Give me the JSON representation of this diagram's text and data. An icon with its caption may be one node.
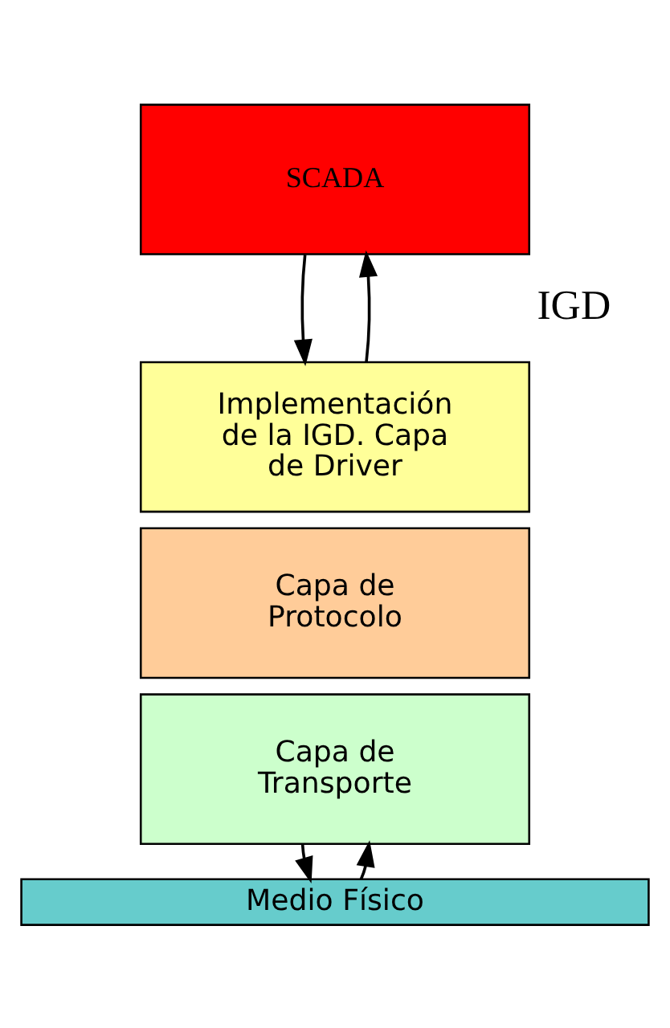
{
  "diagram": {
    "nodes": [
      {
        "text": [
          "SCADA"
        ]
      },
      {
        "text": [
          "Implementación de la IGD. Capa de Driver"
        ]
      },
      {
        "text": [
          "Capa de Protocolo"
        ]
      },
      {
        "text": [
          "Capa de Transporte"
        ]
      },
      {
        "text": [
          "Medio Físico"
        ]
      }
    ],
    "edges": [
      {
        "from": 0,
        "to": 1,
        "arrow": "to"
      },
      {
        "from": 1,
        "to": 0,
        "arrow": "to"
      },
      {
        "from": 3,
        "to": 4,
        "arrow": "to"
      },
      {
        "from": 4,
        "to": 3,
        "arrow": "to"
      }
    ],
    "labels": [
      "IGD"
    ]
  }
}
